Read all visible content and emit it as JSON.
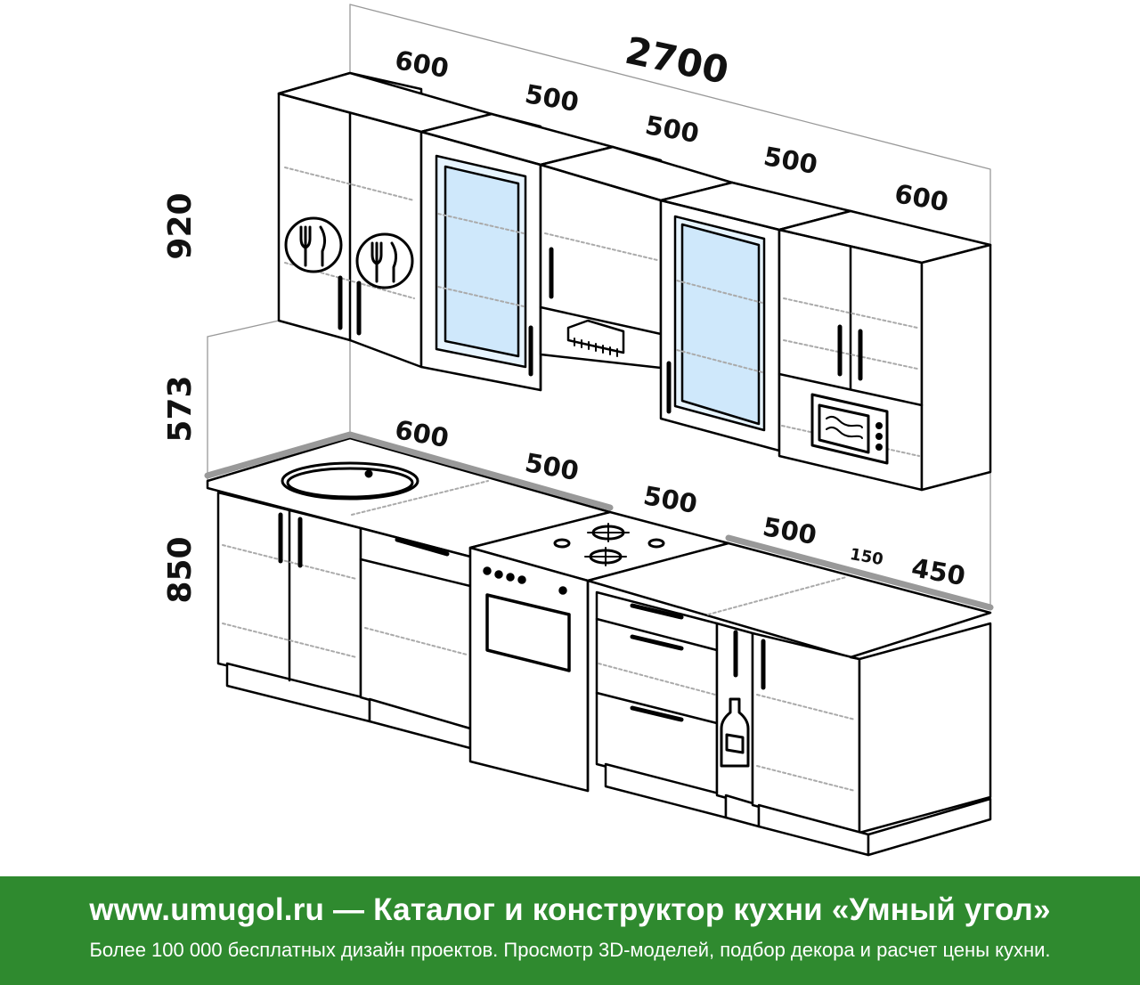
{
  "dimensions": {
    "total_width": "2700",
    "upper_cabinets": [
      "600",
      "500",
      "500",
      "500",
      "600"
    ],
    "lower_cabinets": [
      "600",
      "500",
      "500",
      "500",
      "150",
      "450"
    ],
    "heights": {
      "upper": "920",
      "backsplash": "573",
      "base": "850"
    }
  },
  "banner": {
    "title": "www.umugol.ru — Каталог и конструктор кухни «Умный угол»",
    "subtitle": "Более 100 000 бесплатных дизайн проектов. Просмотр 3D-моделей, подбор декора и расчет цены кухни.",
    "background": "#2f8a2f",
    "text_color": "#ffffff"
  },
  "icons": [
    "cutlery-icon",
    "cutlery-icon",
    "range-hood-icon",
    "microwave-icon",
    "sink-icon",
    "gas-hob-icon",
    "bottle-icon"
  ]
}
